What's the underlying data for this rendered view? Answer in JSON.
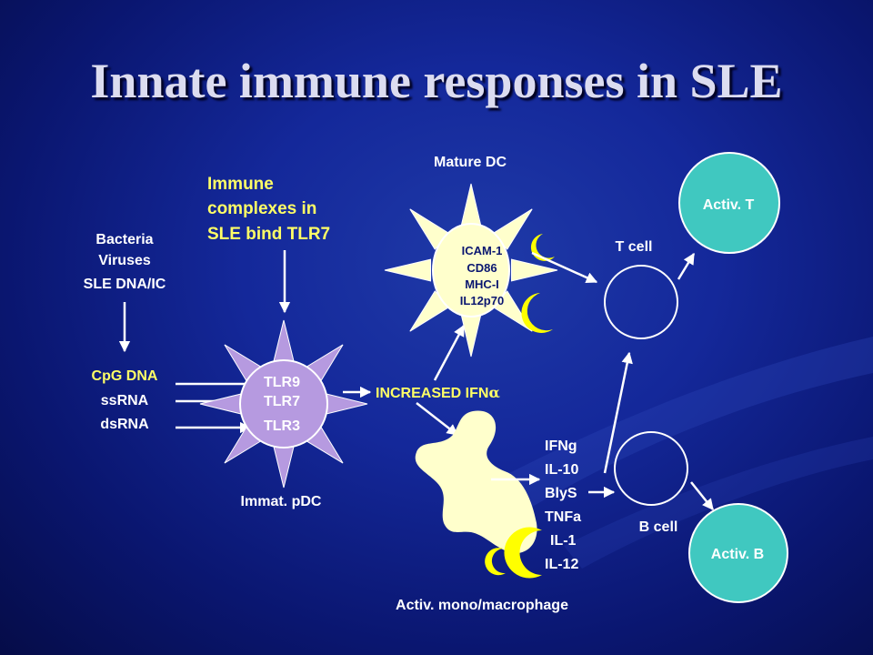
{
  "title": "Innate immune responses in SLE",
  "pathogens": [
    "Bacteria",
    "Viruses",
    "SLE DNA/IC"
  ],
  "immune_complex_note": [
    "Immune",
    "complexes in",
    "SLE bind TLR7"
  ],
  "ligands": [
    "CpG DNA",
    "ssRNA",
    "dsRNA"
  ],
  "pdc": {
    "receptors": [
      "TLR9",
      "TLR7",
      "TLR3"
    ],
    "label": "Immat. pDC"
  },
  "increased_ifn": "INCREASED IFN",
  "alpha_symbol": "α",
  "mature_dc": {
    "label": "Mature DC",
    "markers": [
      "ICAM-1",
      "CD86",
      "MHC-I",
      "IL12p70"
    ]
  },
  "macrophage_label": "Activ. mono/macrophage",
  "cytokines": [
    "IFNg",
    "IL-10",
    "BlyS",
    "TNFa",
    "IL-1",
    "IL-12"
  ],
  "t_cell": {
    "label": "T cell",
    "activated": "Activ. T"
  },
  "b_cell": {
    "label": "B cell",
    "activated": "Activ. B"
  },
  "colors": {
    "background": "#14289a",
    "title": "#dcdcf0",
    "yellow_text": "#ffff66",
    "white_text": "#ffffff",
    "pdc_fill": "#b69ae0",
    "dc_fill": "#ffffcc",
    "crescent": "#ffff00",
    "activated_cell": "#40c8c0",
    "arrow": "#ffffff"
  }
}
